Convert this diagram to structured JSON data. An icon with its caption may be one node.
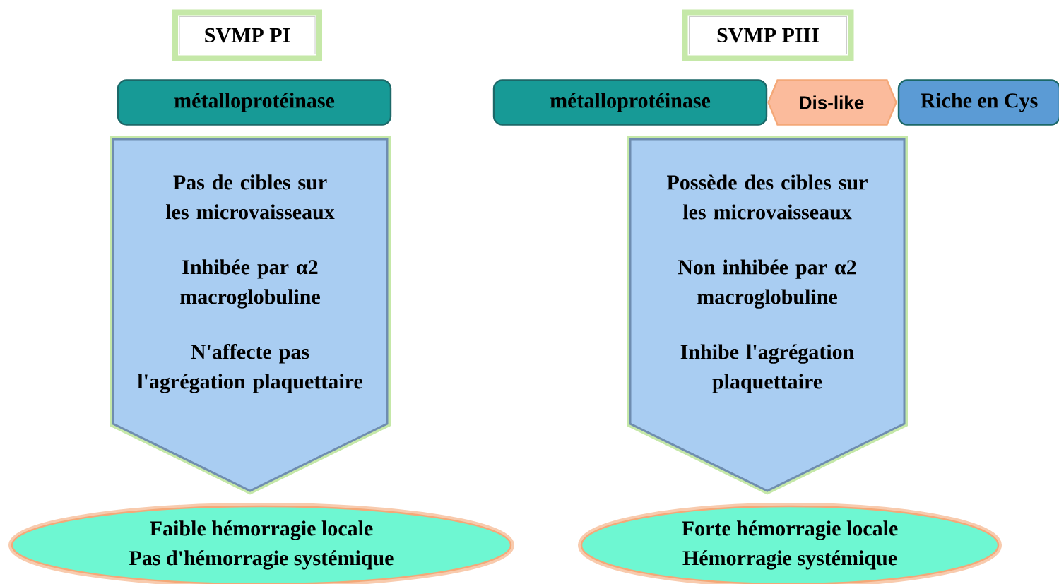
{
  "diagram": {
    "nodes": [
      {
        "text": [
          "SVMP PI"
        ]
      },
      {
        "text": [
          "métalloprotéinase"
        ]
      },
      {
        "text": [
          "Pas de cibles sur les microvaisseaux",
          "Inhibée par α2 macroglobuline",
          "N'affecte pas l'agrégation plaquettaire"
        ]
      },
      {
        "text": [
          "Faible hémorragie locale",
          "Pas d'hémorragie systémique"
        ]
      },
      {
        "text": [
          "SVMP PIII"
        ]
      },
      {
        "text": [
          "métalloprotéinase"
        ]
      },
      {
        "text": [
          "Dis-like"
        ]
      },
      {
        "text": [
          "Riche en Cys"
        ]
      },
      {
        "text": [
          "Possède des cibles sur les microvaisseaux",
          "Non inhibée par α2 macroglobuline",
          "Inhibe l'agrégation plaquettaire"
        ]
      },
      {
        "text": [
          "Forte hémorragie locale",
          "Hémorragie systémique"
        ]
      }
    ]
  }
}
